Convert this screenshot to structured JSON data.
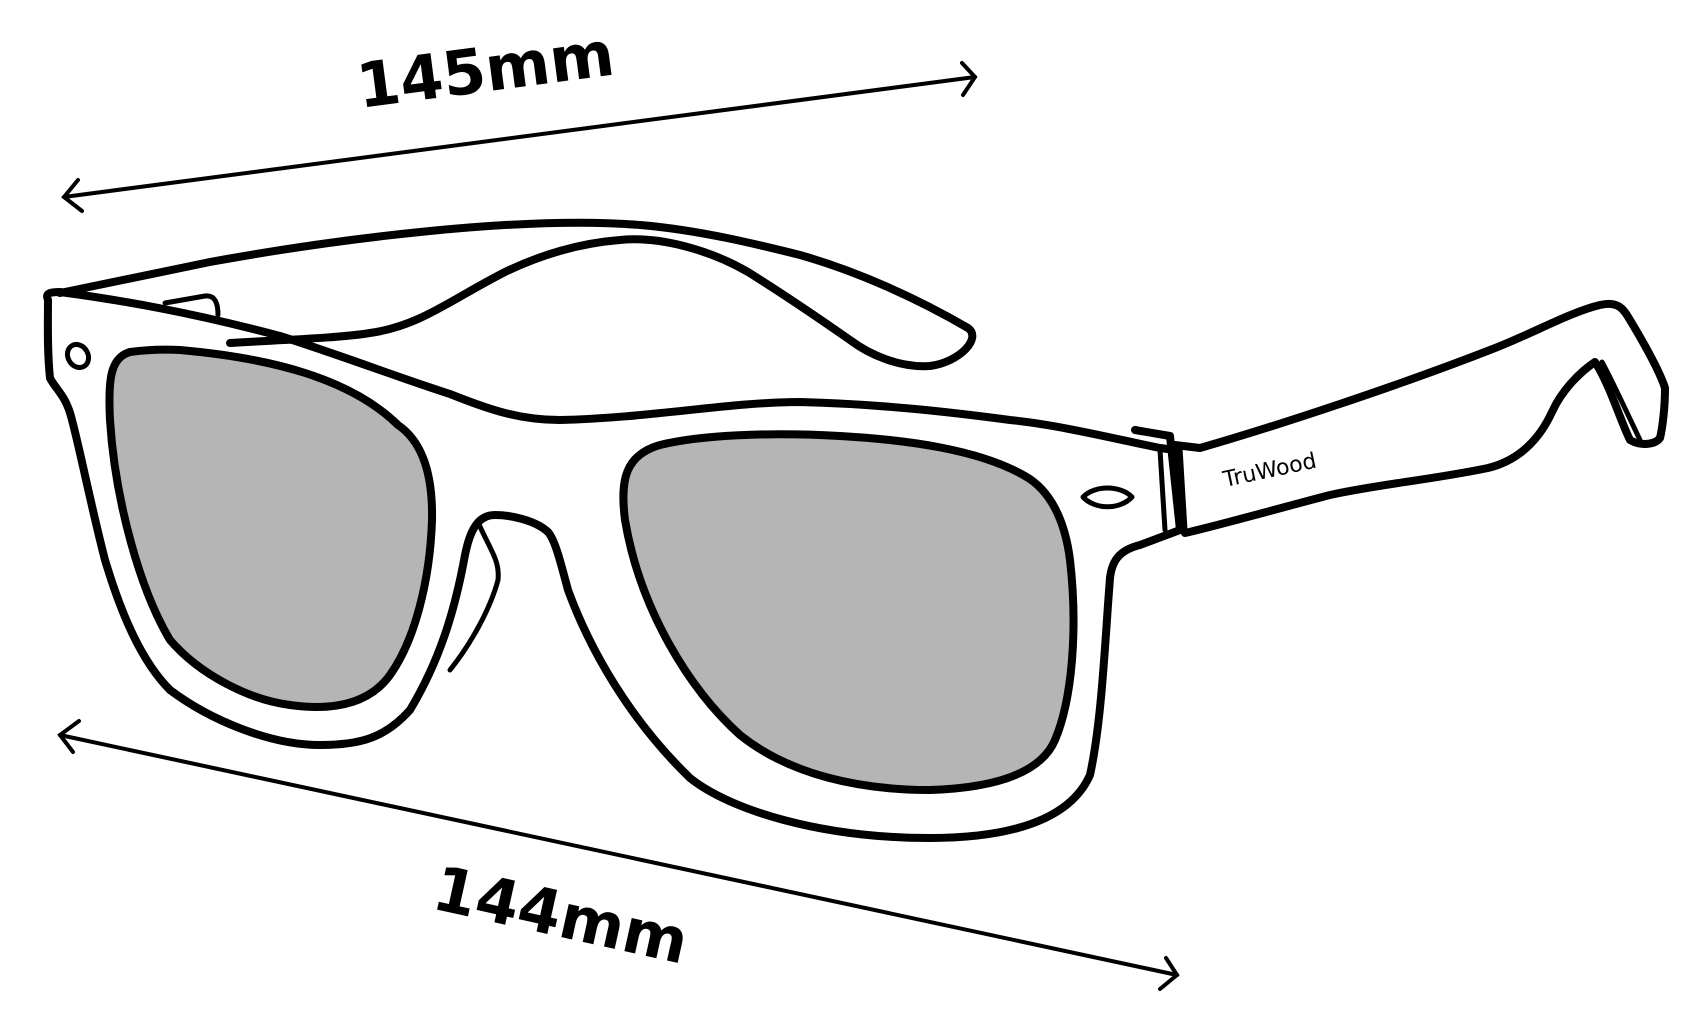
{
  "dimensions": {
    "width_label": "145mm",
    "lens_label": "144mm"
  },
  "brand": {
    "logo_text": "TruWood"
  },
  "colors": {
    "lens_fill": "#b5b5b5",
    "outline": "#000000",
    "background": "#ffffff"
  }
}
